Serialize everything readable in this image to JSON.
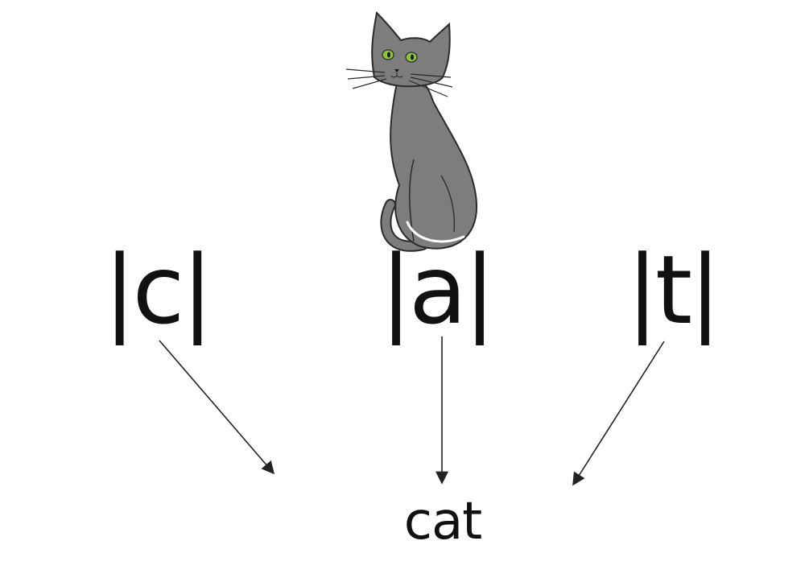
{
  "diagram": {
    "picture": {
      "icon": "cat-icon",
      "body_color": "#7d7d7d",
      "eye_color": "#8cc63f",
      "outline_color": "#2b2b2b"
    },
    "phonemes": [
      {
        "label": "|c|"
      },
      {
        "label": "|a|"
      },
      {
        "label": "|t|"
      }
    ],
    "word": "cat",
    "arrow_color": "#222222"
  }
}
